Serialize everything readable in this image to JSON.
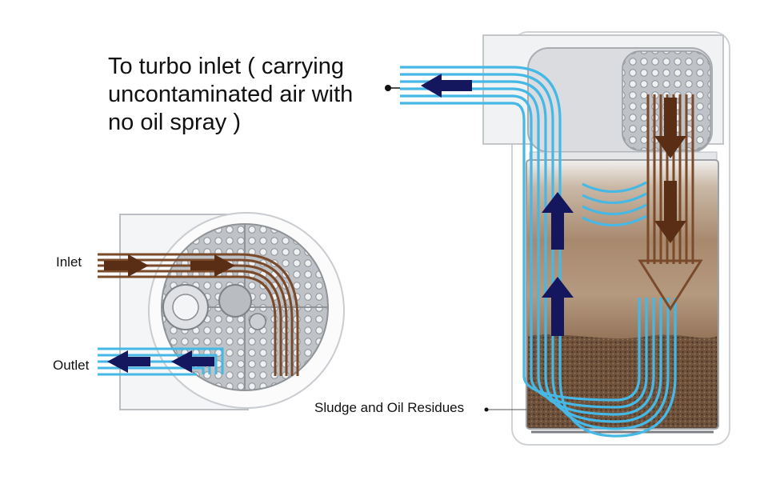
{
  "labels": {
    "turbo_inlet_line1": "To turbo inlet ( carrying",
    "turbo_inlet_line2": "uncontaminated air with",
    "turbo_inlet_line3": "no oil spray )",
    "inlet": "Inlet",
    "outlet": "Outlet",
    "sludge": "Sludge and Oil Residues"
  },
  "colors": {
    "clean_air": "#45b8e6",
    "oily_air": "#7a4a2a",
    "arrow_dark": "#14165e",
    "arrow_brown": "#5a2e14",
    "housing": "#d6d8db",
    "sediment": "#8d6a4e"
  }
}
